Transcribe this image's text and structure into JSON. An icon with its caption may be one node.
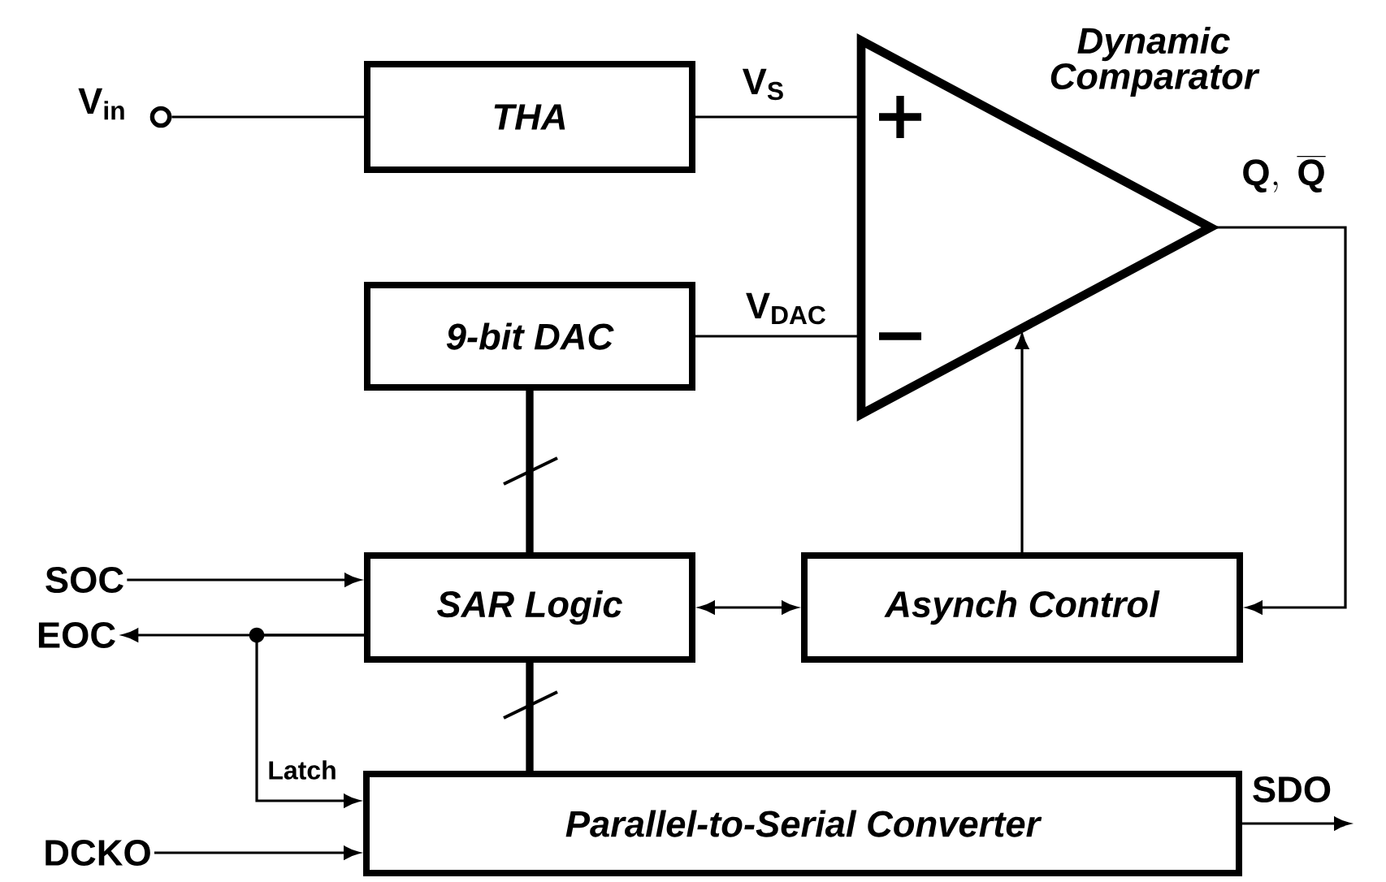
{
  "diagram": {
    "nodes": [
      {
        "text": [],
        "shape": "circle",
        "beside": [
          "V$_{in}$"
        ]
      },
      {
        "text": [
          "THA"
        ]
      },
      {
        "text": [
          "Dynamic Comparator"
        ]
      },
      {
        "text": [
          "9-bit DAC"
        ]
      },
      {
        "text": [
          "SAR Logic"
        ]
      },
      {
        "text": [
          "Asynch Control"
        ]
      },
      {
        "text": [
          "Parallel-to-Serial Converter"
        ]
      },
      {
        "text": [
          "SOC"
        ]
      },
      {
        "text": [
          "EOC"
        ]
      },
      {
        "text": [
          "DCKO"
        ]
      },
      {
        "text": [
          "SDO"
        ]
      }
    ],
    "edges": [
      {
        "from": 0,
        "to": 1,
        "arrow": "none"
      },
      {
        "from": 1,
        "to": 2,
        "arrow": "none",
        "label": "V$_{S}$"
      },
      {
        "from": 3,
        "to": 2,
        "arrow": "none",
        "label": "V$_{DAC}$"
      },
      {
        "from": 2,
        "to": 5,
        "arrow": "to",
        "label": "\\textbf{Q},\\ \\overline{\\textbf{Q}}"
      },
      {
        "from": 5,
        "to": 2,
        "arrow": "to"
      },
      {
        "from": 4,
        "to": 5,
        "arrow": "both"
      },
      {
        "from": 3,
        "to": 4,
        "arrow": "none",
        "style": "thick"
      },
      {
        "from": 4,
        "to": 6,
        "arrow": "none",
        "style": "thick"
      },
      {
        "from": 7,
        "to": 4,
        "arrow": "to"
      },
      {
        "from": 4,
        "to": 8,
        "arrow": "to"
      },
      {
        "from": 4,
        "to": 6,
        "arrow": "to",
        "label": "Latch"
      },
      {
        "from": 9,
        "to": 6,
        "arrow": "to"
      },
      {
        "from": 6,
        "to": 10,
        "arrow": "to"
      }
    ]
  }
}
